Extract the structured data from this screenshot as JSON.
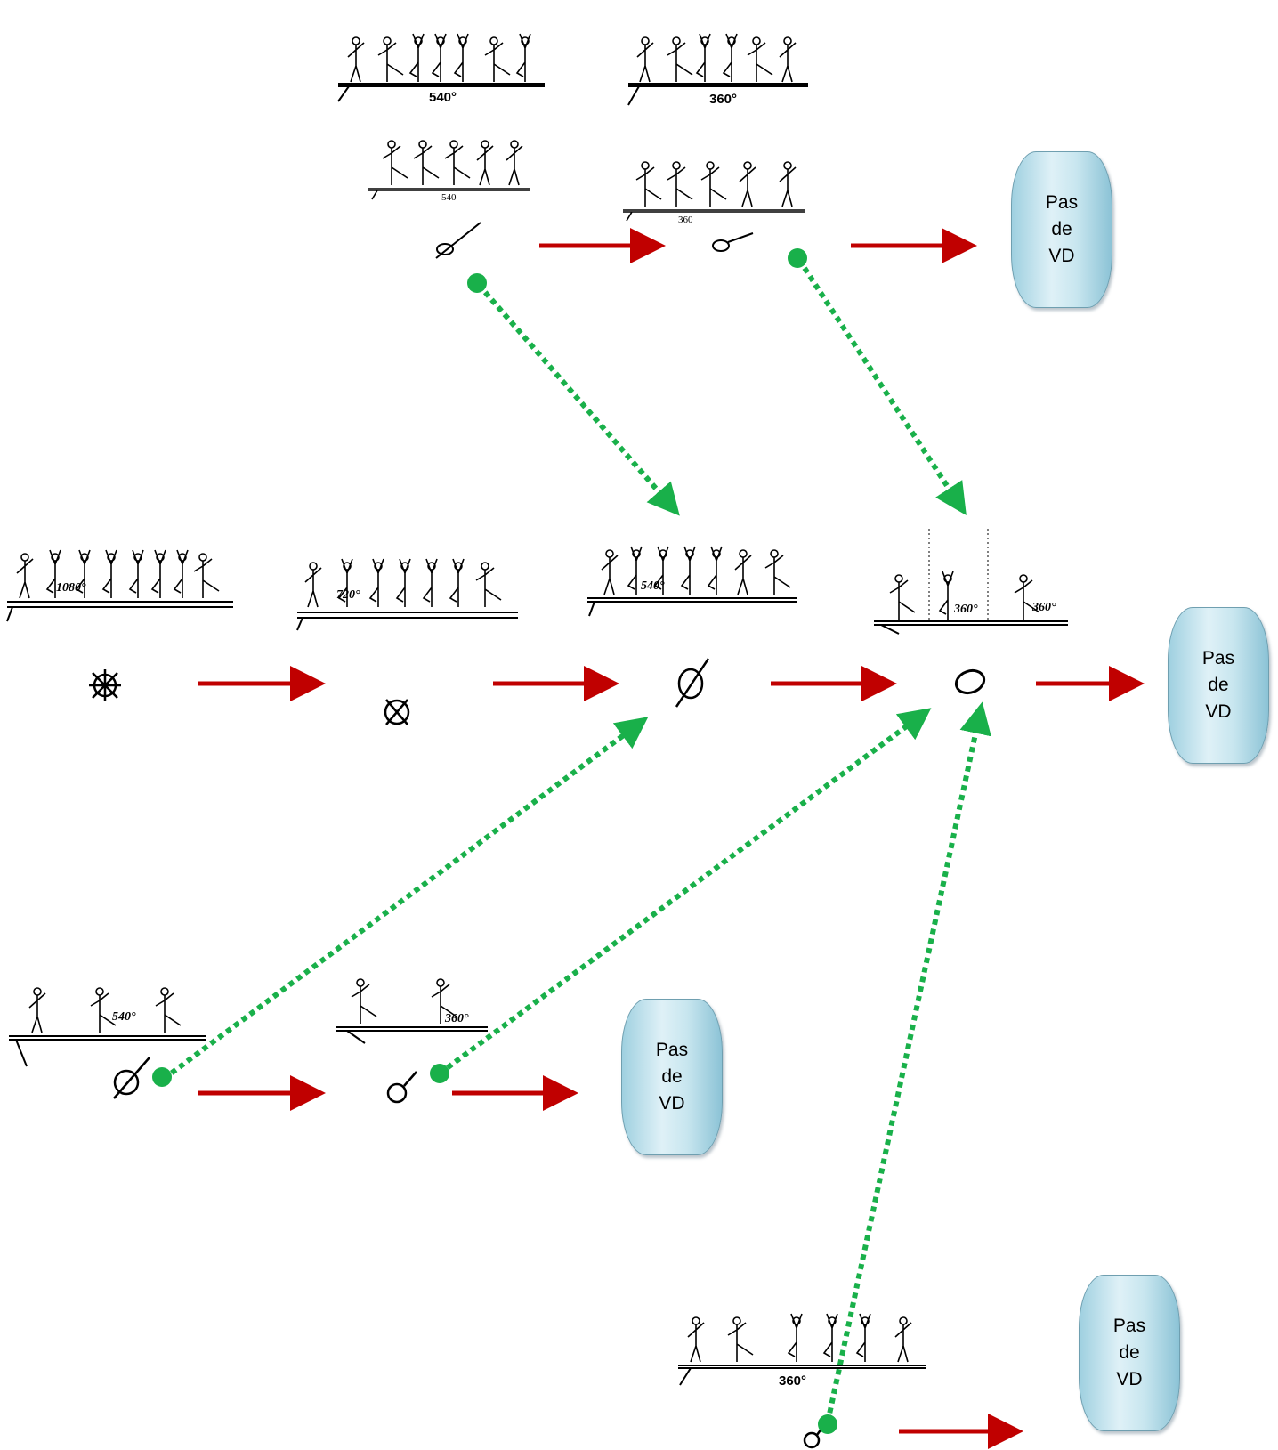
{
  "boxes": [
    {
      "line1": "Pas",
      "line2": "de",
      "line3": "VD"
    },
    {
      "line1": "Pas",
      "line2": "de",
      "line3": "VD"
    },
    {
      "line1": "Pas",
      "line2": "de",
      "line3": "VD"
    },
    {
      "line1": "Pas",
      "line2": "de",
      "line3": "VD"
    }
  ],
  "degrees": {
    "top_a": "540°",
    "top_b": "360°",
    "top_c": "540",
    "top_d": "360",
    "mid_a": "1080°",
    "mid_b": "720°",
    "mid_c": "540°",
    "mid_d": "360°",
    "mid_d2": "360°",
    "low_a": "540°",
    "low_b": "360°",
    "bottom": "360°"
  },
  "colors": {
    "red_arrow": "#c00000",
    "green_dotted": "#19b04a",
    "box_fill": "#bfe3ee"
  }
}
